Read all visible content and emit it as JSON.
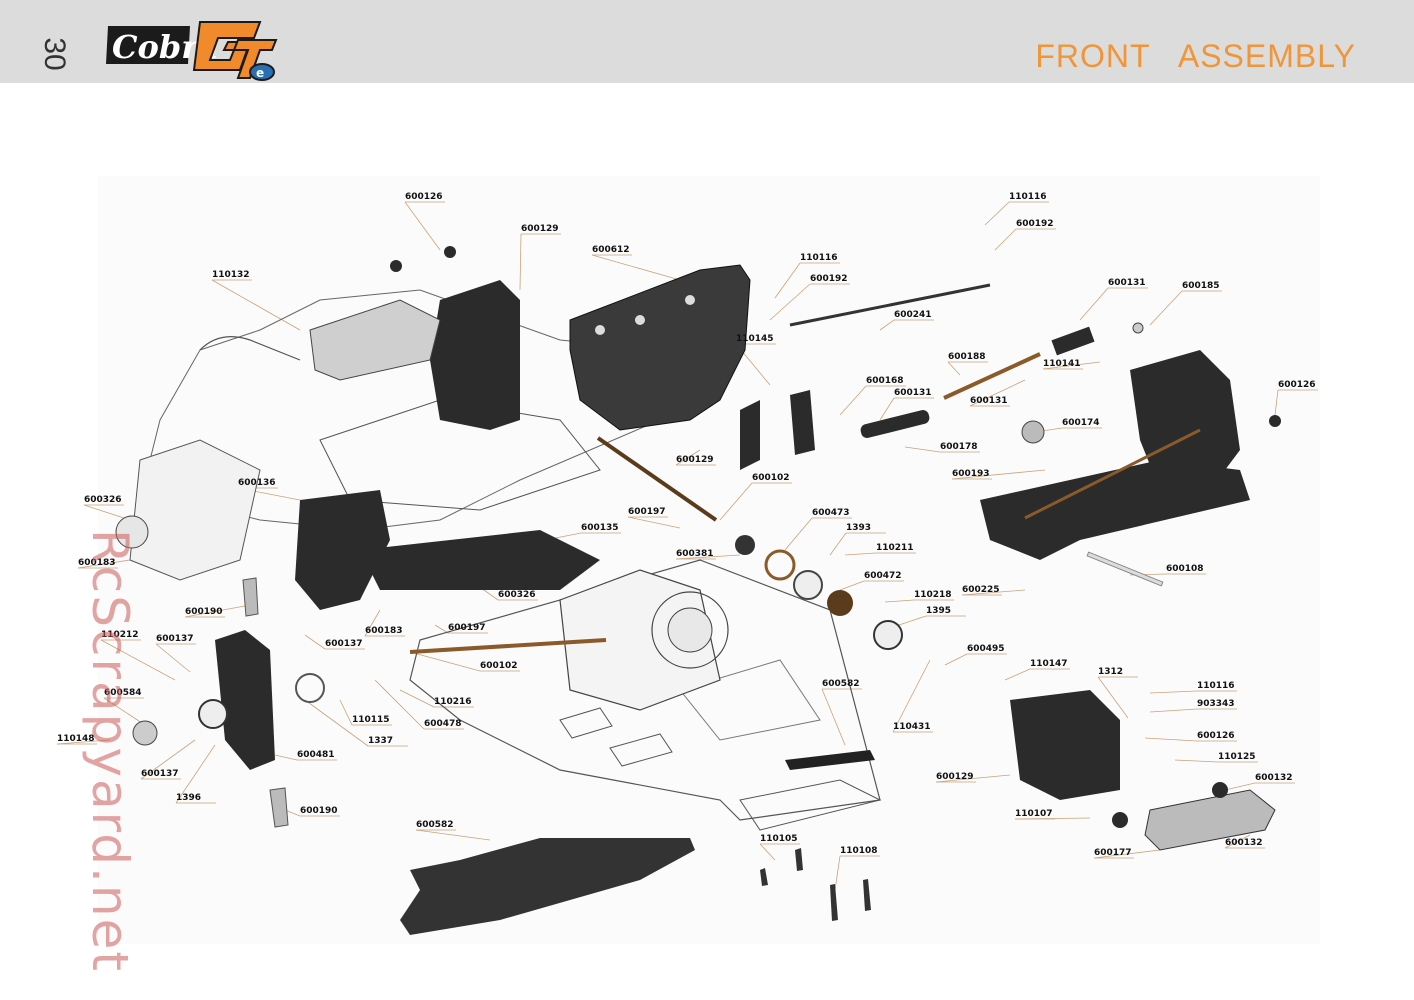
{
  "header": {
    "page_number": "30",
    "brand_logo": "Cobra GTe",
    "title": "FRONT   ASSEMBLY"
  },
  "watermark": "RcScrapyard.net",
  "colors": {
    "header_bg": "#dcdcdc",
    "title": "#f0963a",
    "watermark": "#cc5a5a",
    "part_dark": "#2b2b2b",
    "part_bronze": "#8a5a2b",
    "leader_line": "#c9a27a"
  },
  "part_labels": [
    "600126",
    "600129",
    "110132",
    "600612",
    "110116",
    "600192",
    "600241",
    "110116",
    "600192",
    "600131",
    "600185",
    "600188",
    "110141",
    "600126",
    "110145",
    "600168",
    "600131",
    "600131",
    "600174",
    "600178",
    "600193",
    "600129",
    "600102",
    "600136",
    "600326",
    "600183",
    "600197",
    "600473",
    "1393",
    "110211",
    "600135",
    "600381",
    "600108",
    "600472",
    "110218",
    "600225",
    "1395",
    "600326",
    "600190",
    "110212",
    "600137",
    "600183",
    "600197",
    "600137",
    "600495",
    "110147",
    "1312",
    "110116",
    "903343",
    "600102",
    "600582",
    "600584",
    "110216",
    "110148",
    "110115",
    "600478",
    "110431",
    "600126",
    "110125",
    "1337",
    "600481",
    "600137",
    "600129",
    "600132",
    "1396",
    "600190",
    "110107",
    "600177",
    "600132",
    "600582",
    "110105",
    "110108"
  ]
}
